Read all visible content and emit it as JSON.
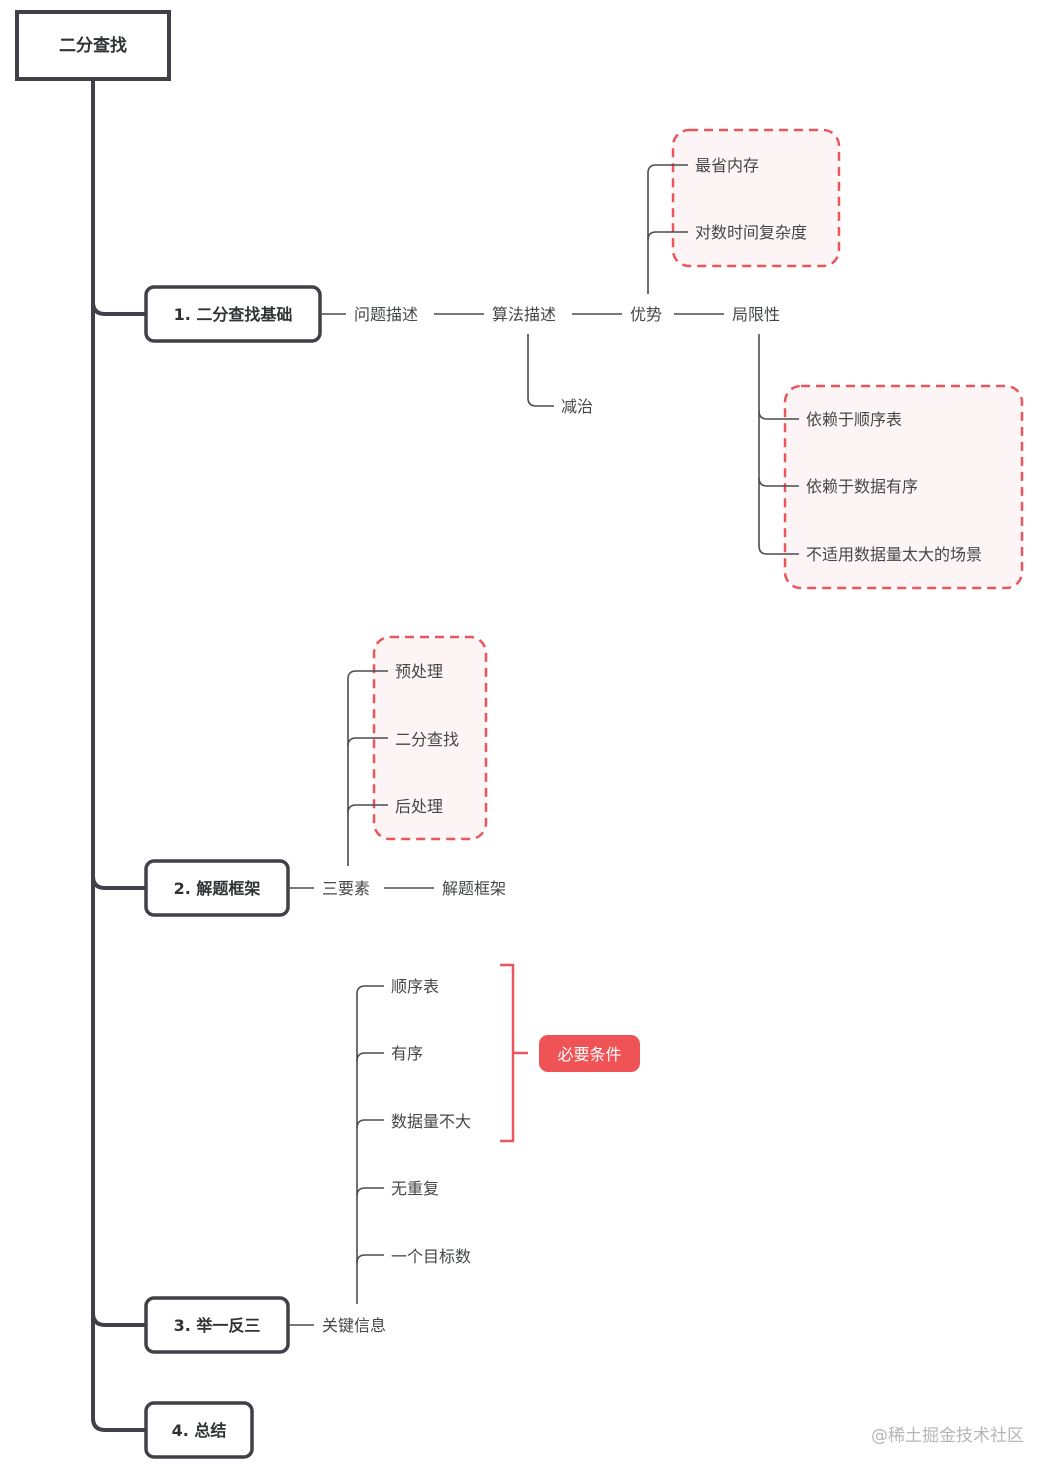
{
  "root": {
    "label": "二分查找"
  },
  "sections": [
    {
      "label": "1. 二分查找基础",
      "chain": [
        "问题描述",
        "算法描述",
        "优势",
        "局限性"
      ],
      "algorithm_child": "减治",
      "advantages": [
        "最省内存",
        "对数时间复杂度"
      ],
      "limitations": [
        "依赖于顺序表",
        "依赖于数据有序",
        "不适用数据量太大的场景"
      ]
    },
    {
      "label": "2. 解题框架",
      "chain": [
        "三要素",
        "解题框架"
      ],
      "elements": [
        "预处理",
        "二分查找",
        "后处理"
      ]
    },
    {
      "label": "3. 举一反三",
      "chain": [
        "关键信息"
      ],
      "key_info": [
        "顺序表",
        "有序",
        "数据量不大",
        "无重复",
        "一个目标数"
      ],
      "summary_tag": "必要条件"
    },
    {
      "label": "4. 总结"
    }
  ],
  "watermark": "@稀土掘金技术社区",
  "colors": {
    "line": "#3f4147",
    "highlight": "#e9575c",
    "highlight_fill": "#fdf5f5",
    "tag": "#ef5356"
  }
}
